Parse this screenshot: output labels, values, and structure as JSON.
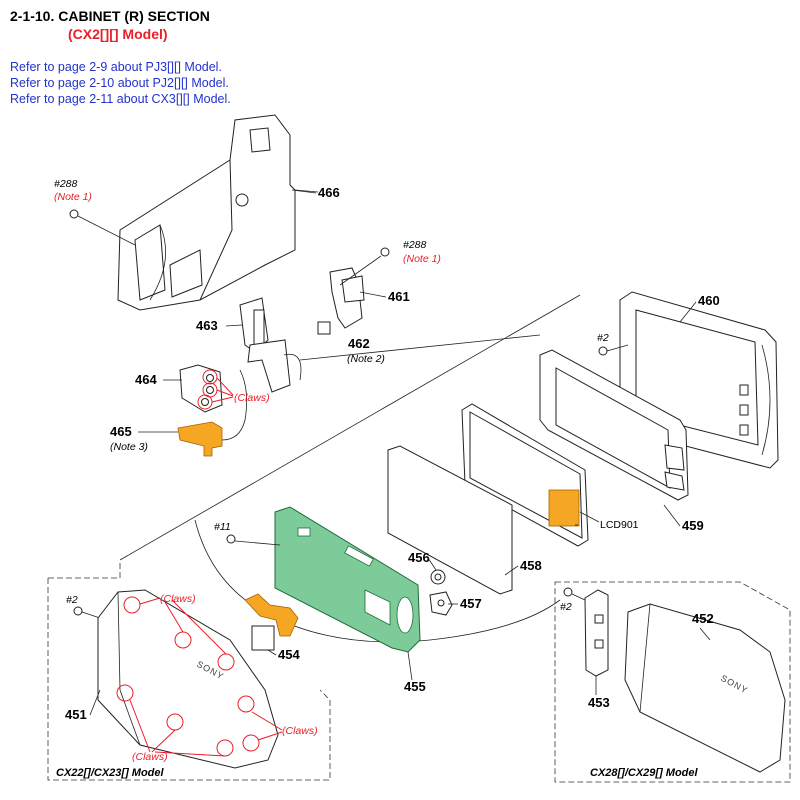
{
  "header": {
    "section": "2-1-10. CABINET (R) SECTION",
    "model": "(CX2[][] Model)"
  },
  "refs": [
    "Refer to page 2-9 about PJ3[][] Model.",
    "Refer to page 2-10 about PJ2[][] Model.",
    "Refer to page 2-11 about CX3[][] Model."
  ],
  "parts": {
    "p466": "466",
    "p460": "460",
    "p461": "461",
    "p462": "462",
    "p463": "463",
    "p464": "464",
    "p465": "465",
    "p459": "459",
    "p458": "458",
    "p456": "456",
    "p457": "457",
    "p455": "455",
    "p454": "454",
    "p451": "451",
    "p452": "452",
    "p453": "453"
  },
  "screws": {
    "s288a": "#288",
    "s288b": "#288",
    "s2a": "#2",
    "s2b": "#2",
    "s2c": "#2",
    "s11": "#11"
  },
  "notes": {
    "note1a": "(Note 1)",
    "note1b": "(Note 1)",
    "note2": "(Note 2)",
    "note3": "(Note 3)",
    "claws1": "(Claws)",
    "claws2": "(Claws)",
    "claws3": "(Claws)",
    "claws4": "(Claws)"
  },
  "lcd": "LCD901",
  "logos": {
    "sony1": "SONY",
    "sony2": "SONY"
  },
  "boxes": {
    "left": "CX22[]/CX23[] Model",
    "right": "CX28[]/CX29[] Model"
  },
  "colors": {
    "pcb": "#7ccb98",
    "flex": "#f5a623",
    "claw": "#e8202a",
    "link": "#2233cc"
  }
}
